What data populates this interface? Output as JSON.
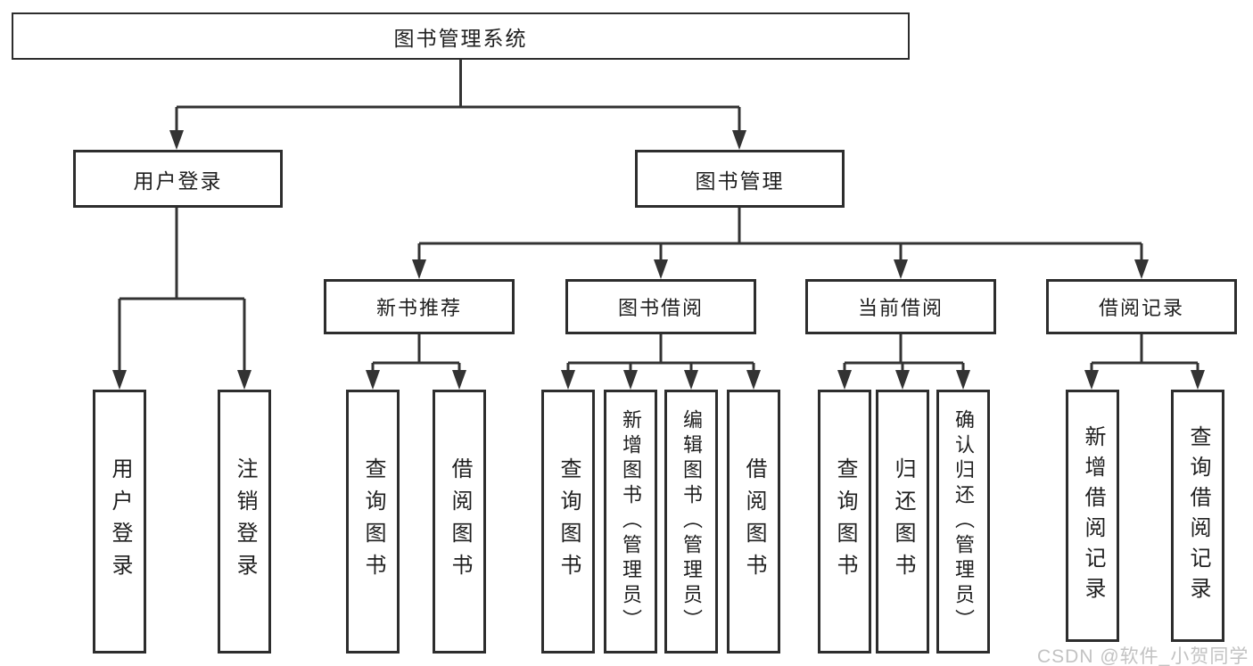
{
  "root": {
    "label": "图书管理系统"
  },
  "level2": {
    "user_login": "用户登录",
    "book_mgmt": "图书管理"
  },
  "level3": {
    "new_books": "新书推荐",
    "book_borrow": "图书借阅",
    "current_borrow": "当前借阅",
    "borrow_records": "借阅记录"
  },
  "leaves": {
    "user_login": [
      "用户登录",
      "注销登录"
    ],
    "new_books": [
      "查询图书",
      "借阅图书"
    ],
    "book_borrow": [
      "查询图书",
      "新增图书（管理员）",
      "编辑图书（管理员）",
      "借阅图书"
    ],
    "current_borrow": [
      "查询图书",
      "归还图书",
      "确认归还（管理员）"
    ],
    "borrow_records": [
      "新增借阅记录",
      "查询借阅记录"
    ]
  },
  "watermark": "CSDN @软件_小贺同学",
  "colors": {
    "line": "#333333",
    "border": "#2d2d2d",
    "text": "#1f1f1f",
    "watermark": "#c2c2c2",
    "background": "#ffffff"
  }
}
